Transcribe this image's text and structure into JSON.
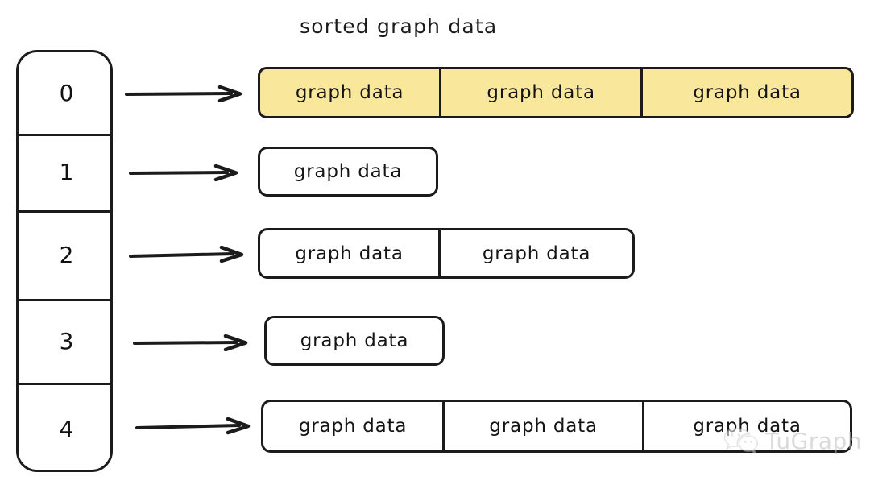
{
  "diagram": {
    "title": "sorted graph data",
    "cell_label": "graph data",
    "highlight_color": "#f9e79b",
    "stroke_color": "#1b1b1b",
    "index_column": {
      "name": "index-column",
      "indices": [
        "0",
        "1",
        "2",
        "3",
        "4"
      ]
    },
    "rows": [
      {
        "index": "0",
        "highlighted": true,
        "cells": [
          "graph data",
          "graph data",
          "graph data"
        ]
      },
      {
        "index": "1",
        "highlighted": false,
        "cells": [
          "graph data"
        ]
      },
      {
        "index": "2",
        "highlighted": false,
        "cells": [
          "graph data",
          "graph data"
        ]
      },
      {
        "index": "3",
        "highlighted": false,
        "cells": [
          "graph data"
        ]
      },
      {
        "index": "4",
        "highlighted": false,
        "cells": [
          "graph data",
          "graph data",
          "graph data"
        ]
      }
    ],
    "arrows": [
      {
        "from_index": "0"
      },
      {
        "from_index": "1"
      },
      {
        "from_index": "2"
      },
      {
        "from_index": "3"
      },
      {
        "from_index": "4"
      }
    ]
  },
  "watermark": {
    "label": "TuGraph",
    "icon": "wechat-icon",
    "color": "#bdbdbd"
  }
}
